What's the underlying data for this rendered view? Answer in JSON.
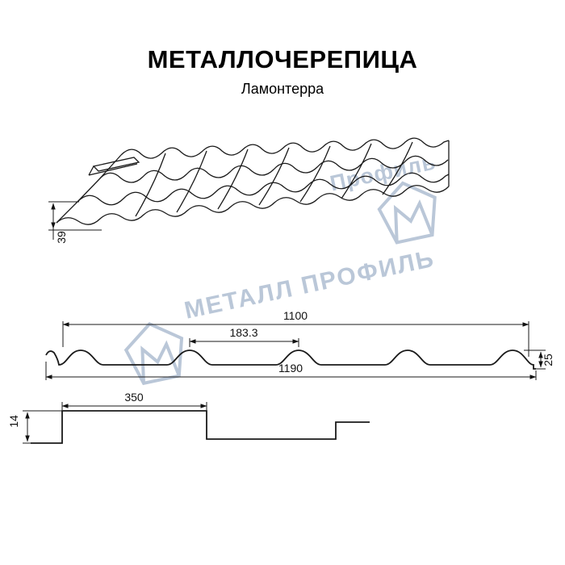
{
  "page": {
    "title": "МЕТАЛЛОЧЕРЕПИЦА",
    "subtitle": "Ламонтерра"
  },
  "watermark": {
    "brand_full": "МЕТАЛЛ ПРОФИЛЬ",
    "brand_partial": "Профиль",
    "color": "#b7c5d6"
  },
  "drawings": {
    "perspective": {
      "description": "roof-sheet-perspective-view",
      "dimensions": {
        "total_height": "39"
      }
    },
    "cross_section": {
      "description": "profile-cross-section",
      "dimensions": {
        "cover_width": "1100",
        "wave_pitch": "183.3",
        "profile_height": "25",
        "overall_width": "1190"
      }
    },
    "step_profile": {
      "description": "module-step-side-profile",
      "dimensions": {
        "module_length": "350",
        "step_height": "14"
      }
    }
  }
}
